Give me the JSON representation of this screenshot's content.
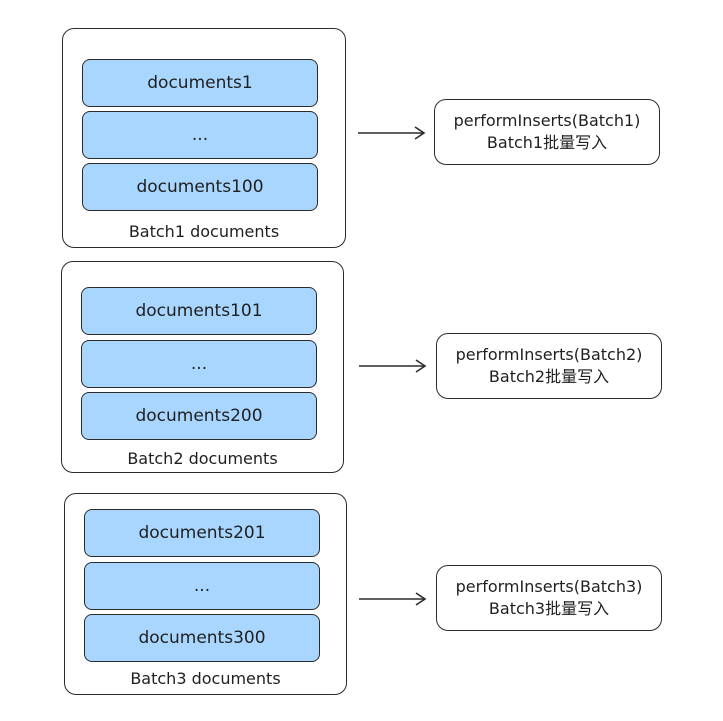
{
  "batches": [
    {
      "docs": [
        "documents1",
        "...",
        "documents100"
      ],
      "label": "Batch1 documents",
      "target": {
        "line1": "performInserts(Batch1)",
        "line2": "Batch1批量写入"
      }
    },
    {
      "docs": [
        "documents101",
        "...",
        "documents200"
      ],
      "label": "Batch2 documents",
      "target": {
        "line1": "performInserts(Batch2)",
        "line2": "Batch2批量写入"
      }
    },
    {
      "docs": [
        "documents201",
        "...",
        "documents300"
      ],
      "label": "Batch3 documents",
      "target": {
        "line1": "performInserts(Batch3)",
        "line2": "Batch3批量写入"
      }
    }
  ],
  "colors": {
    "doc_fill": "#a9d6ff",
    "stroke": "#2b2b2b",
    "background": "#ffffff"
  }
}
